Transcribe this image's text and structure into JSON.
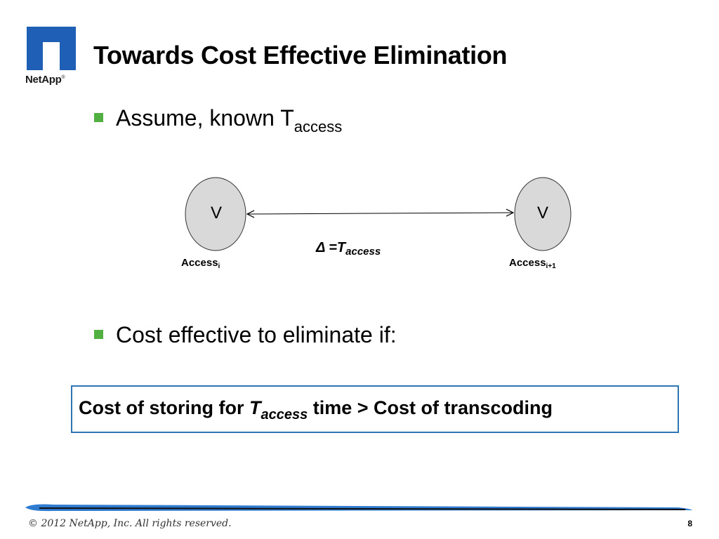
{
  "logo": {
    "name": "NetApp",
    "trademark": "®",
    "brand_color": "#1f5fb6"
  },
  "slide": {
    "title": "Towards Cost Effective Elimination",
    "bullets": [
      {
        "text": "Assume, known T",
        "subscript": "access"
      },
      {
        "text": "Cost effective to eliminate if:"
      }
    ],
    "bullet_color": "#52b043"
  },
  "diagram": {
    "node_left": {
      "label": "V",
      "access_text": "Access",
      "access_sub": "i"
    },
    "node_right": {
      "label": "V",
      "access_text": "Access",
      "access_sub": "i+1"
    },
    "delta_text": "Δ =T",
    "delta_sub": "access",
    "node_fill": "#d9d9d9"
  },
  "formula": {
    "part1": "Cost of storing for ",
    "var": "T",
    "var_sub": "access",
    "part2": " time > Cost of transcoding",
    "border_color": "#2e75b6"
  },
  "footer": {
    "copyright": "© 2012 NetApp, Inc. All rights reserved.",
    "page_number": "8"
  }
}
